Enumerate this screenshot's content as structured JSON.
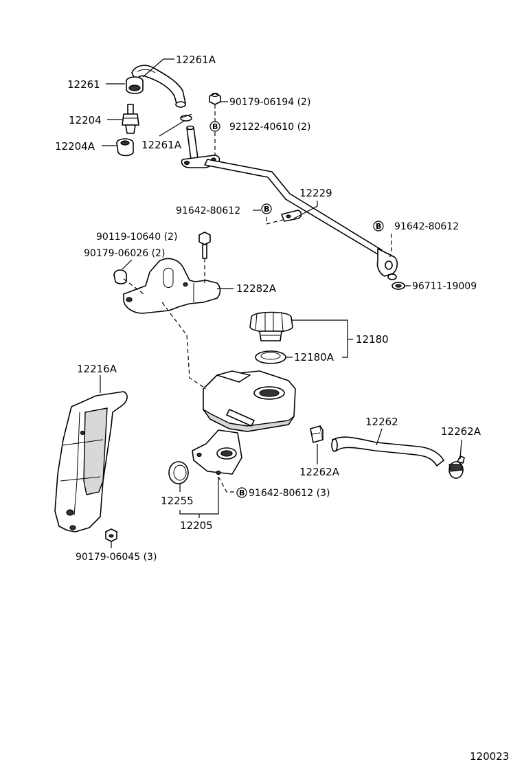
{
  "labels": {
    "p12261A_top": "12261A",
    "p12261": "12261",
    "p12204": "12204",
    "p12204A": "12204A",
    "p12261A_mid": "12261A",
    "p90179_06194": "90179-06194 (2)",
    "p92122_40610": "92122-40610 (2)",
    "p12229": "12229",
    "p91642_80612_a": "91642-80612",
    "p91642_80612_b": "91642-80612",
    "p90119_10640": "90119-10640 (2)",
    "p90179_06026": "90179-06026 (2)",
    "p12282A": "12282A",
    "p96711_19009": "96711-19009",
    "p12180": "12180",
    "p12180A": "12180A",
    "p12216A": "12216A",
    "p12262": "12262",
    "p12262A_right": "12262A",
    "p12262A_left": "12262A",
    "p12255": "12255",
    "p91642_80612_c": "91642-80612 (3)",
    "p12205": "12205",
    "p90179_06045": "90179-06045 (3)",
    "diagram_id": "120023"
  },
  "bolt_marker": "B"
}
